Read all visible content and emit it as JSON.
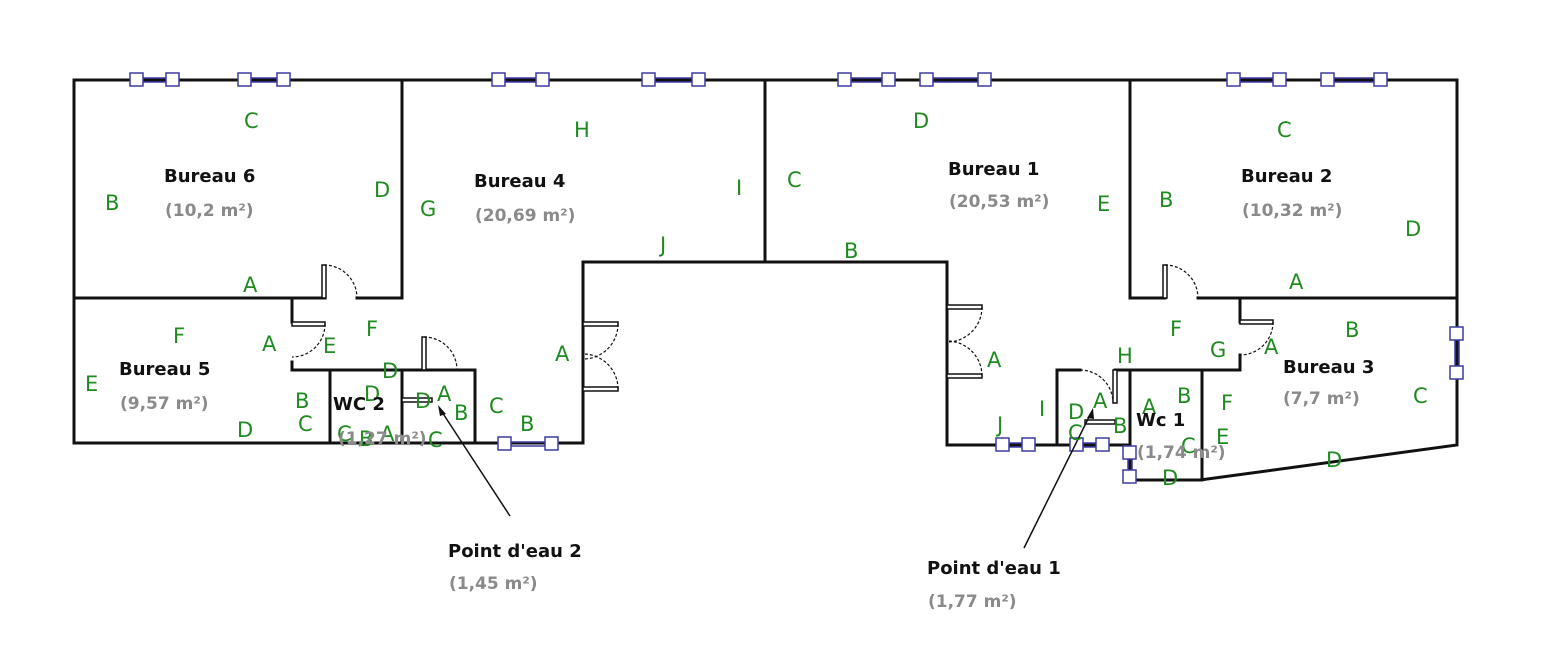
{
  "colors": {
    "wall": "#111111",
    "label": "#1f8a1f",
    "area": "#8a8a8a",
    "window": "#3b3ba0"
  },
  "rooms": {
    "bureau6": {
      "name": "Bureau 6",
      "area": "(10,2 m²)"
    },
    "bureau4": {
      "name": "Bureau 4",
      "area": "(20,69 m²)"
    },
    "bureau1": {
      "name": "Bureau 1",
      "area": "(20,53 m²)"
    },
    "bureau2": {
      "name": "Bureau 2",
      "area": "(10,32 m²)"
    },
    "bureau5": {
      "name": "Bureau 5",
      "area": "(9,57 m²)"
    },
    "bureau3": {
      "name": "Bureau 3",
      "area": "(7,7 m²)"
    },
    "wc2": {
      "name": "WC 2",
      "area": "(1,27 m²)"
    },
    "wc1": {
      "name": "Wc 1",
      "area": "(1,74 m²)"
    }
  },
  "callouts": {
    "point_eau_2": {
      "name": "Point d'eau 2",
      "area": "(1,45 m²)"
    },
    "point_eau_1": {
      "name": "Point d'eau 1",
      "area": "(1,77 m²)"
    }
  },
  "wall_labels": {
    "b6": [
      "C",
      "B",
      "D",
      "A"
    ],
    "b4": [
      "H",
      "G",
      "I",
      "J"
    ],
    "b1": [
      "D",
      "C",
      "E",
      "B"
    ],
    "b2": [
      "C",
      "B",
      "D",
      "A"
    ],
    "b5": [
      "F",
      "E",
      "A",
      "D"
    ],
    "b5e": "E",
    "corr": [
      "F",
      "A",
      "C",
      "B"
    ],
    "wc2": [
      "D",
      "D",
      "B",
      "C",
      "A",
      "B",
      "C"
    ],
    "pe2": [
      "A",
      "B",
      "D"
    ],
    "right_corr": [
      "A",
      "J",
      "I",
      "H",
      "F",
      "G",
      "A"
    ],
    "pe1": [
      "D",
      "A",
      "C",
      "B"
    ],
    "wc1": [
      "A",
      "B",
      "C",
      "D",
      "E",
      "F"
    ],
    "b3": [
      "B",
      "C",
      "D"
    ]
  }
}
